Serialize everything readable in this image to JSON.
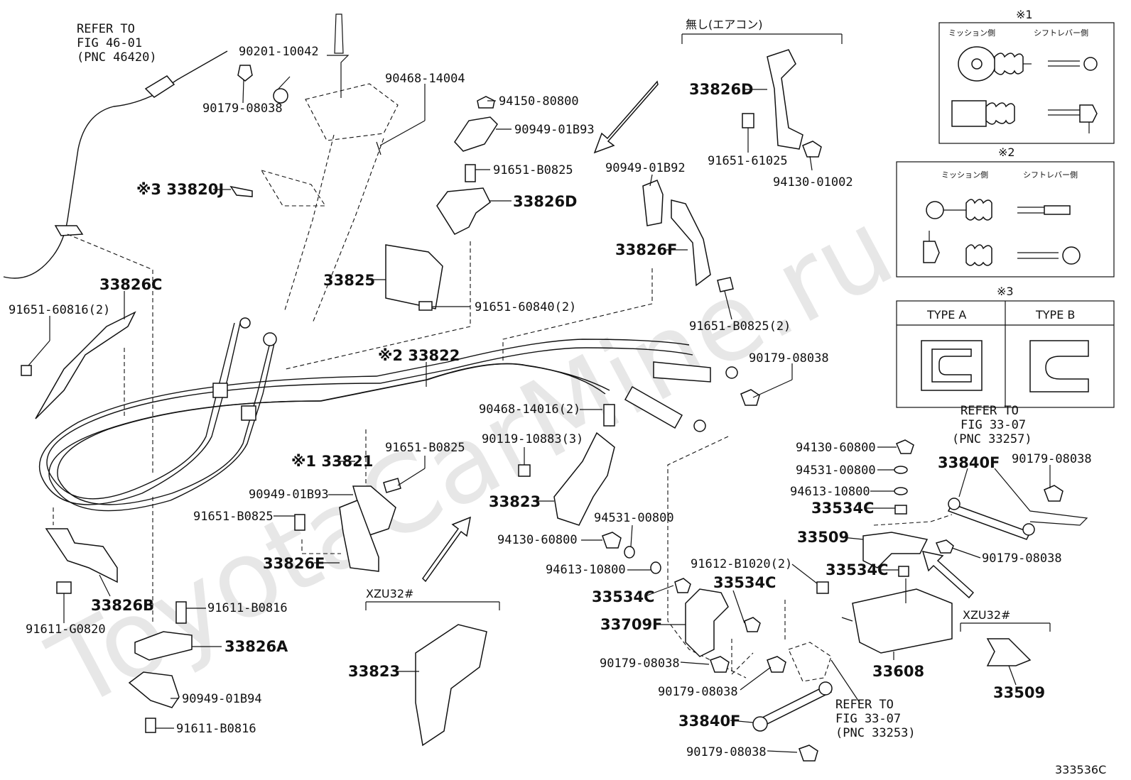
{
  "watermark": "ToyotaCarMine.ru",
  "figure_code": "333536C",
  "refs": {
    "ref1": [
      "REFER TO",
      "FIG 46-01",
      "(PNC 46420)"
    ],
    "ref2": [
      "REFER TO",
      "FIG 33-07",
      "(PNC 33257)"
    ],
    "ref3": [
      "REFER TO",
      "FIG 33-07",
      "(PNC 33253)"
    ]
  },
  "aircon_note": "無し(エアコン)",
  "variant_labels": {
    "xzu_left": "XZU32#",
    "xzu_right": "XZU32#"
  },
  "insets": {
    "inset1": {
      "mark": "※1",
      "left": "ミッション側",
      "right": "シフトレバー側"
    },
    "inset2": {
      "mark": "※2",
      "left": "ミッション側",
      "right": "シフトレバー側"
    },
    "inset3": {
      "mark": "※3",
      "type_a": "TYPE A",
      "type_b": "TYPE B"
    }
  },
  "labels": {
    "p90201_10042": "90201-10042",
    "p90179_08038_a": "90179-08038",
    "p90468_14004": "90468-14004",
    "p94150_80800": "94150-80800",
    "p90949_01B93_a": "90949-01B93",
    "p91651_B0825_a": "91651-B0825",
    "p33826D_a": "33826D",
    "p33826D_b": "33826D",
    "p91651_61025": "91651-61025",
    "p94130_01002": "94130-01002",
    "p90949_01B92": "90949-01B92",
    "p33826F": "33826F",
    "p91651_B0825_2": "91651-B0825(2)",
    "p33820J": "※3 33820J",
    "p33825": "33825",
    "p91651_60840_2": "91651-60840(2)",
    "p33826C": "33826C",
    "p91651_60816_2": "91651-60816(2)",
    "p33822": "※2 33822",
    "p90179_08038_b": "90179-08038",
    "p90468_14016_2": "90468-14016(2)",
    "p90119_10883_3": "90119-10883(3)",
    "p91651_B0825_b": "91651-B0825",
    "p33821": "※1 33821",
    "p90949_01B93_b": "90949-01B93",
    "p91651_B0825_c": "91651-B0825",
    "p33826E": "33826E",
    "p33823_a": "33823",
    "p94531_00800_a": "94531-00800",
    "p94130_60800_a": "94130-60800",
    "p94613_10800_a": "94613-10800",
    "p33826B": "33826B",
    "p91611_G0820": "91611-G0820",
    "p91611_B0816_a": "91611-B0816",
    "p33826A": "33826A",
    "p90949_01B94": "90949-01B94",
    "p91611_B0816_b": "91611-B0816",
    "p33823_b": "33823",
    "p94130_60800_b": "94130-60800",
    "p94531_00800_b": "94531-00800",
    "p94613_10800_b": "94613-10800",
    "p33534C_a": "33534C",
    "p33840F_a": "33840F",
    "p90179_08038_c": "90179-08038",
    "p33509_a": "33509",
    "p90179_08038_d": "90179-08038",
    "p33534C_b": "33534C",
    "p91612_B1020_2": "91612-B1020(2)",
    "p33534C_c": "33534C",
    "p33534C_d": "33534C",
    "p33709F": "33709F",
    "p90179_08038_e": "90179-08038",
    "p90179_08038_f": "90179-08038",
    "p33608": "33608",
    "p33509_b": "33509",
    "p33840F_b": "33840F",
    "p90179_08038_g": "90179-08038"
  }
}
